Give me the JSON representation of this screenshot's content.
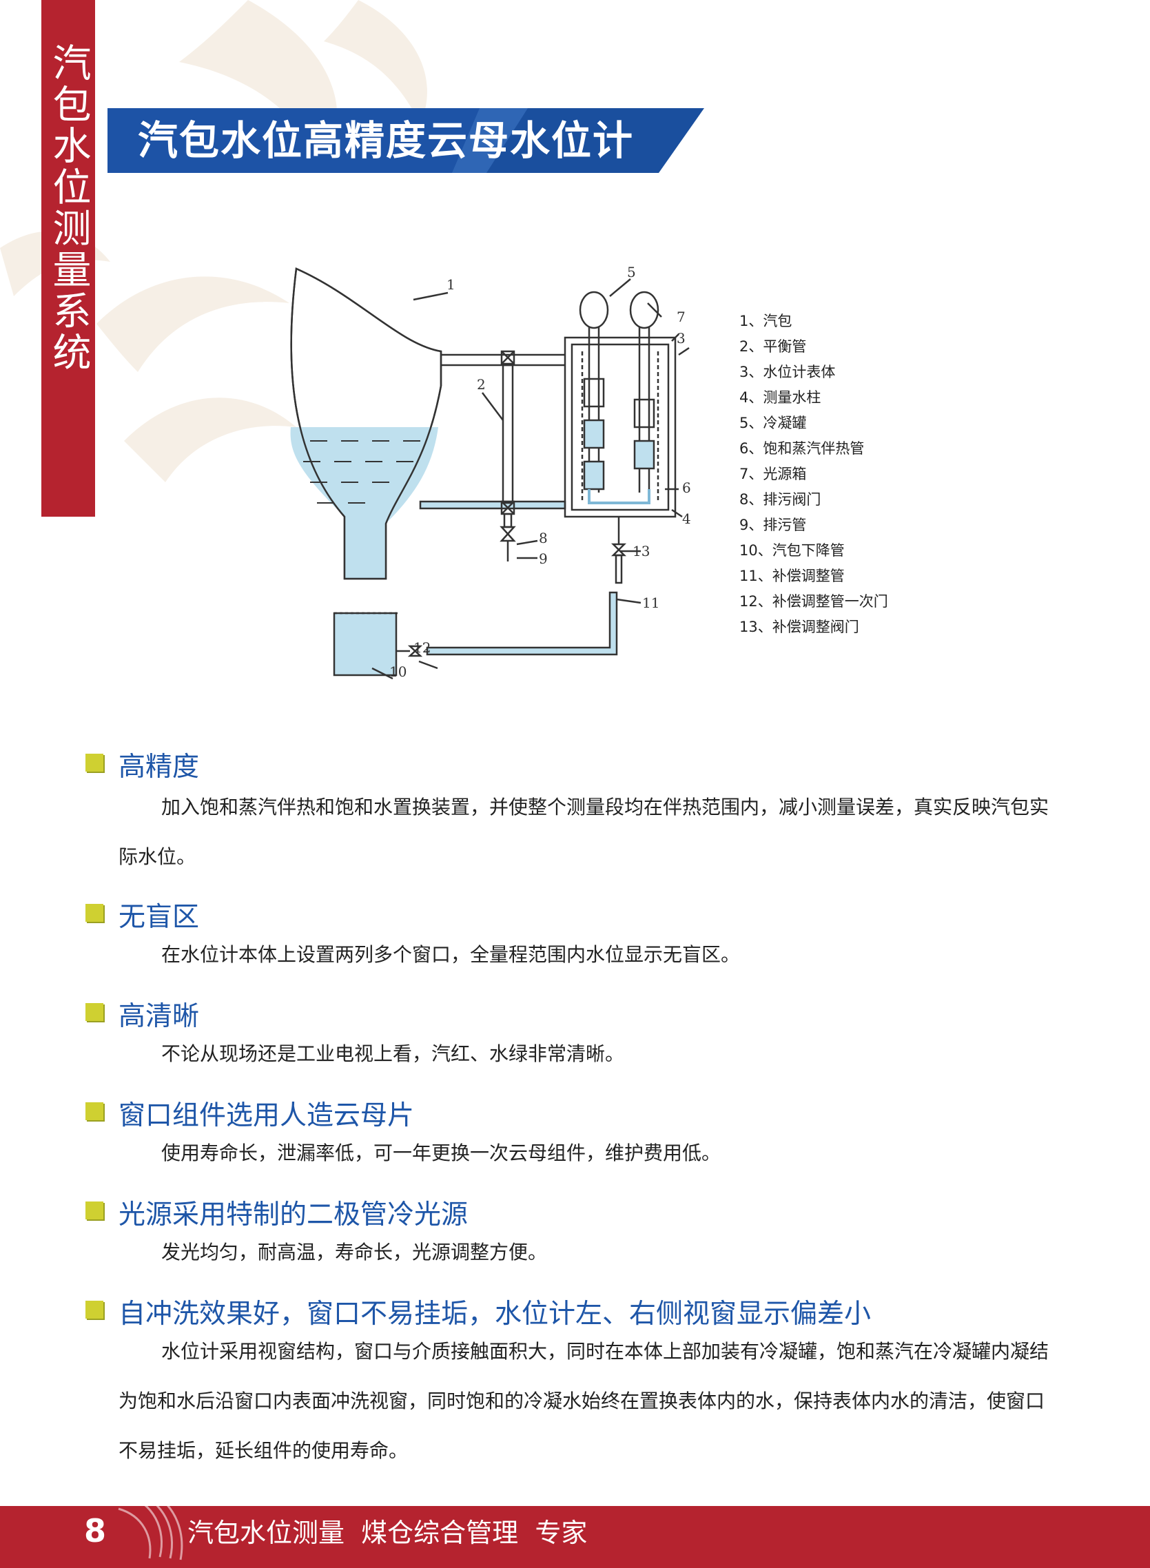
{
  "side_tab": {
    "text": "汽包水位测量系统"
  },
  "title": "汽包水位高精度云母水位计",
  "diagram": {
    "labels": [
      "1",
      "2",
      "3",
      "4",
      "5",
      "6",
      "7",
      "8",
      "9",
      "10",
      "11",
      "12",
      "13"
    ]
  },
  "legend": [
    "1、汽包",
    "2、平衡管",
    "3、水位计表体",
    "4、测量水柱",
    "5、冷凝罐",
    "6、饱和蒸汽伴热管",
    "7、光源箱",
    "8、排污阀门",
    "9、排污管",
    "10、汽包下降管",
    "11、补偿调整管",
    "12、补偿调整管一次门",
    "13、补偿调整阀门"
  ],
  "features": [
    {
      "title": "高精度",
      "body": "加入饱和蒸汽伴热和饱和水置换装置，并使整个测量段均在伴热范围内，减小测量误差，真实反映汽包实际水位。"
    },
    {
      "title": "无盲区",
      "body": "在水位计本体上设置两列多个窗口，全量程范围内水位显示无盲区。"
    },
    {
      "title": "高清晰",
      "body": "不论从现场还是工业电视上看，汽红、水绿非常清晰。"
    },
    {
      "title": "窗口组件选用人造云母片",
      "body": "使用寿命长，泄漏率低，可一年更换一次云母组件，维护费用低。"
    },
    {
      "title": "光源采用特制的二极管冷光源",
      "body": "发光均匀，耐高温，寿命长，光源调整方便。"
    },
    {
      "title": "自冲洗效果好，窗口不易挂垢，水位计左、右侧视窗显示偏差小",
      "body": "水位计采用视窗结构，窗口与介质接触面积大，同时在本体上部加装有冷凝罐，饱和蒸汽在冷凝罐内凝结为饱和水后沿窗口内表面冲洗视窗，同时饱和的冷凝水始终在置换表体内的水，保持表体内水的清洁，使窗口不易挂垢，延长组件的使用寿命。"
    }
  ],
  "footer": {
    "page_number": "8",
    "text": "汽包水位测量  煤仓综合管理  专家"
  },
  "colors": {
    "brand_red": "#b5232f",
    "title_blue": "#1e56a8",
    "bullet_yellow": "#cfd031",
    "water_blue": "#bfe0ee"
  }
}
